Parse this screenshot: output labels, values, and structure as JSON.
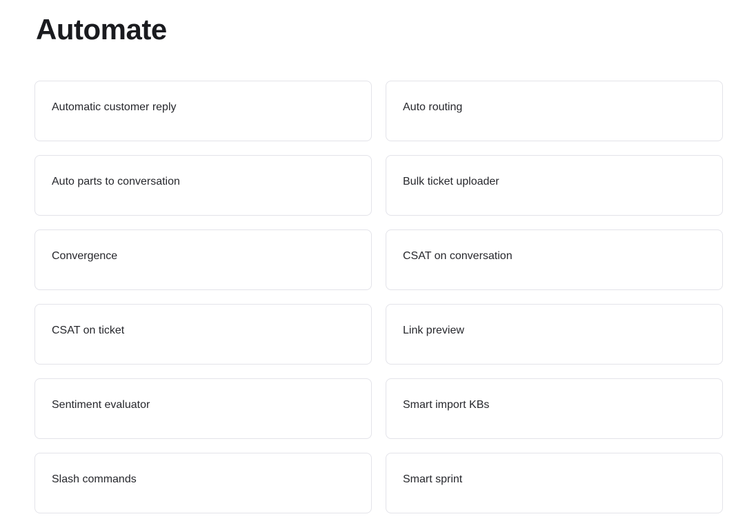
{
  "page": {
    "title": "Automate"
  },
  "colors": {
    "background": "#ffffff",
    "title_text": "#1a1b1f",
    "card_text": "#26272c",
    "card_border": "#e3e3e9",
    "card_background": "#ffffff"
  },
  "cards": [
    {
      "label": "Automatic customer reply"
    },
    {
      "label": "Auto routing"
    },
    {
      "label": "Auto parts to conversation"
    },
    {
      "label": "Bulk ticket uploader"
    },
    {
      "label": "Convergence"
    },
    {
      "label": "CSAT on conversation"
    },
    {
      "label": "CSAT on ticket"
    },
    {
      "label": "Link preview"
    },
    {
      "label": "Sentiment evaluator"
    },
    {
      "label": "Smart import KBs"
    },
    {
      "label": "Slash commands"
    },
    {
      "label": "Smart sprint"
    }
  ]
}
